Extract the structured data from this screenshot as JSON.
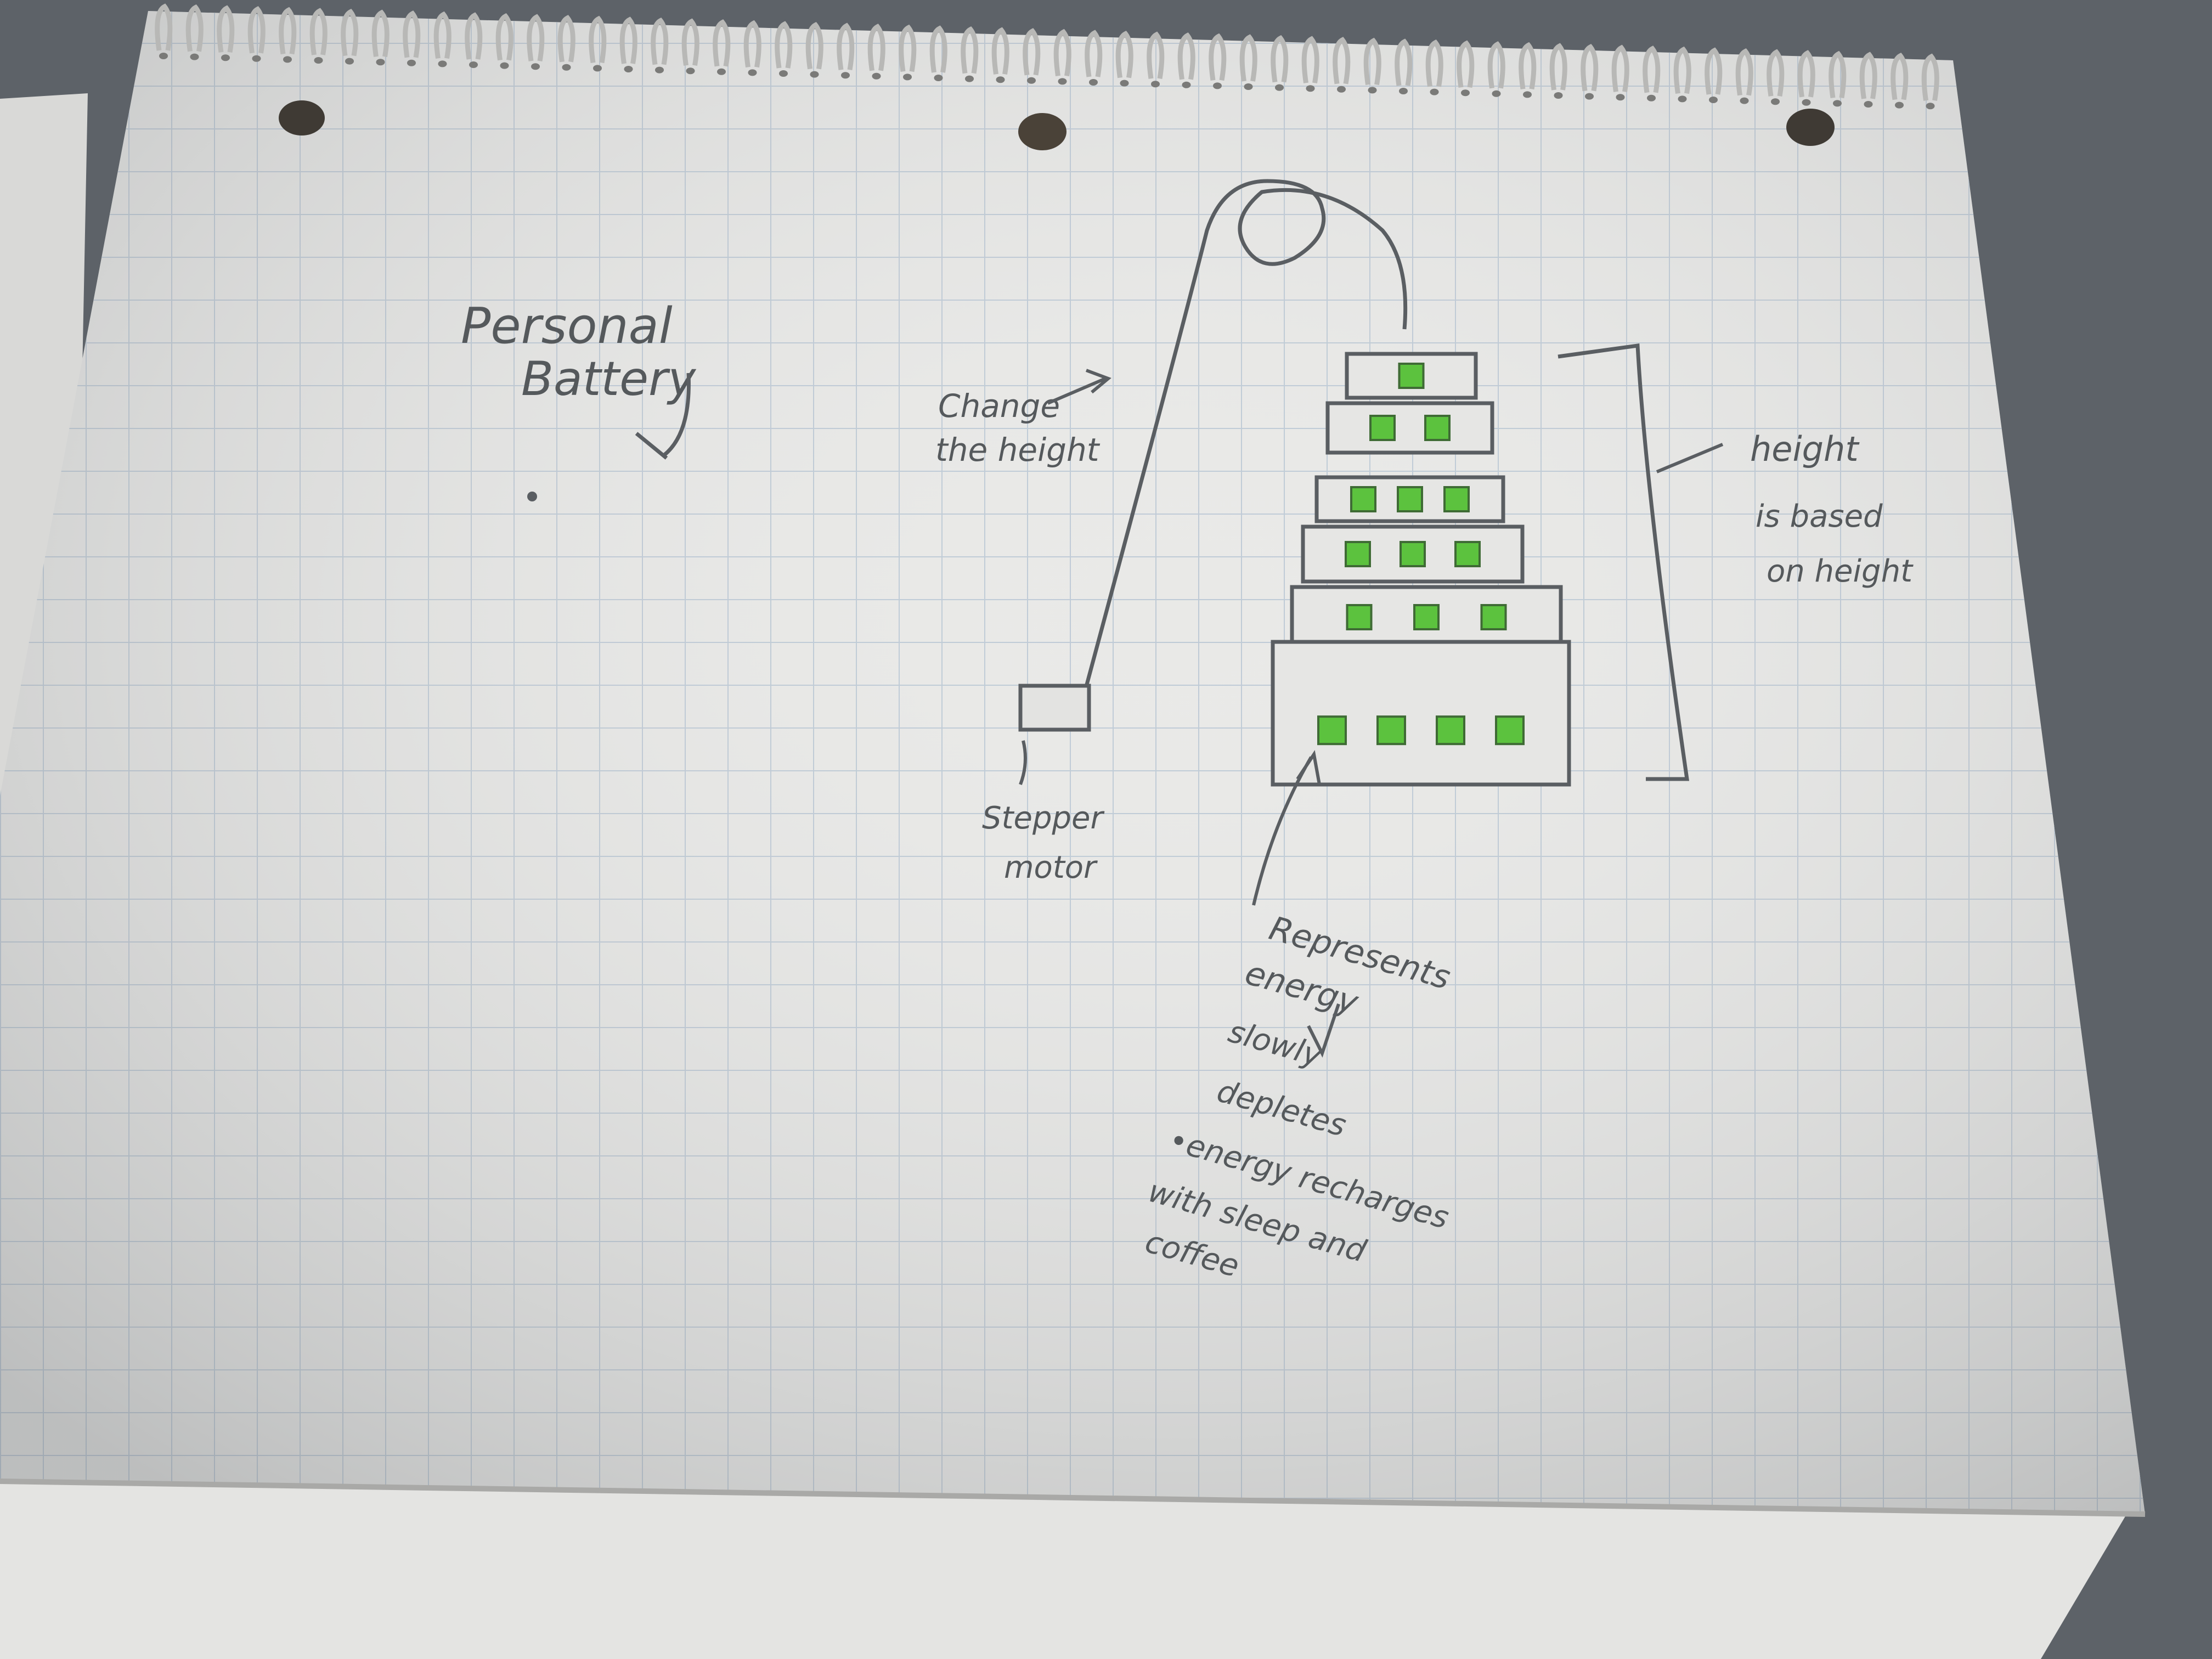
{
  "scene": {
    "description_kind": "photo of a spiral notebook page with a pencil sketch",
    "colors": {
      "paper": "#e9e9e7",
      "grid": "#b9c7d4",
      "pencil": "#5a5e62",
      "energy_green": "#5cc23e",
      "background": "#5d6268"
    }
  },
  "sketch": {
    "title_line1": "Personal",
    "title_line2": "Battery",
    "arrow_label_line1": "Change",
    "arrow_label_line2": "the height",
    "motor_label_line1": "Stepper",
    "motor_label_line2": "motor",
    "height_note_line1": "height",
    "height_note_line2": "is based",
    "height_note_line3": "on height",
    "note_lines": [
      "Represents",
      "energy",
      "slowly",
      "depletes",
      "•energy recharges",
      "with sleep and",
      "coffee"
    ],
    "tower_tier_green_counts": [
      1,
      2,
      3,
      3,
      3,
      4
    ]
  }
}
